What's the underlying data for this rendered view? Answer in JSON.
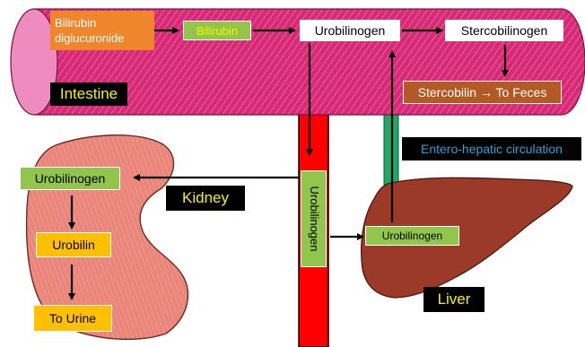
{
  "colors": {
    "intestine": "#d62a77",
    "intestine_stripes": "#f06aa8",
    "intestine_end": "#ee8cc0",
    "vessel_red": "#ff0000",
    "vessel_green": "#1ea86a",
    "kidney": "#e9857a",
    "liver": "#9c3a2a",
    "label_green": "#92c54c",
    "label_yellow": "#fec000",
    "label_orange": "#f0862b",
    "label_brown": "#b35a24",
    "text_yellow": "#f6f200",
    "text_cyan": "#2aa1d4"
  },
  "labels": {
    "bilirubin_diglucuronide": "Bilirubin diglucuronide",
    "bilirubin": "Bilirubin",
    "urobilinogen_intestine": "Urobilinogen",
    "stercobilinogen": "Stercobilinogen",
    "intestine": "Intestine",
    "stercobilin_to_feces": "Stercobilin → To Feces",
    "entero_hepatic": "Entero-hepatic circulation",
    "urobilinogen_blood": "Urobilinogen",
    "urobilinogen_kidney": "Urobilinogen",
    "kidney": "Kidney",
    "urobilin": "Urobilin",
    "to_urine": "To Urine",
    "urobilinogen_liver": "Urobilinogen",
    "liver": "Liver"
  }
}
